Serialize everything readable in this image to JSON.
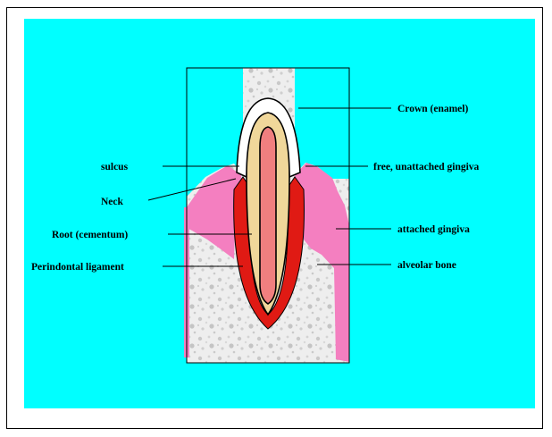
{
  "colors": {
    "background": "#00ffff",
    "enamel": "#ffffff",
    "dentin": "#f0d79a",
    "pulp": "#f07f7f",
    "periodontal_ligament": "#e01a14",
    "gingiva": "#f47fc0",
    "bone": "#eeeeee"
  },
  "labels": {
    "crown": "Crown (enamel)",
    "sulcus": "sulcus",
    "free_gingiva": "free, unattached gingiva",
    "neck": "Neck",
    "root": "Root (cementum)",
    "attached_gingiva": "attached gingiva",
    "periodontal_ligament": "Perindontal ligament",
    "alveolar_bone": "alveolar bone"
  }
}
